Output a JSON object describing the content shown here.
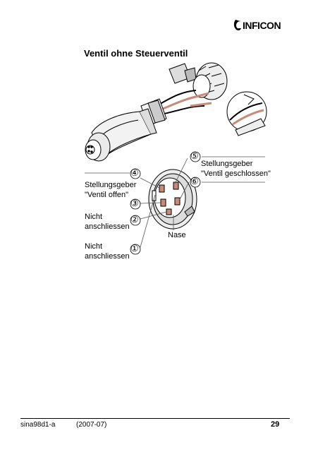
{
  "header": {
    "brand_name": "INFICON"
  },
  "section": {
    "title": "Ventil ohne Steuerventil"
  },
  "figure": {
    "labels": {
      "stellungsgeber_offen": [
        "Stellungsgeber",
        "\"Ventil offen\""
      ],
      "nicht_anschliessen_2": [
        "Nicht",
        "anschliessen"
      ],
      "nicht_anschliessen_1": [
        "Nicht",
        "anschliessen"
      ],
      "stellungsgeber_geschlossen": [
        "Stellungsgeber",
        "\"Ventil geschlossen\""
      ],
      "nase": "Nase"
    },
    "pin_numbers": [
      "①",
      "②",
      "③",
      "④",
      "⑤",
      "⑥"
    ]
  },
  "footer": {
    "doc_id": "sina98d1-a",
    "date": "(2007-07)",
    "page_number": "29"
  }
}
